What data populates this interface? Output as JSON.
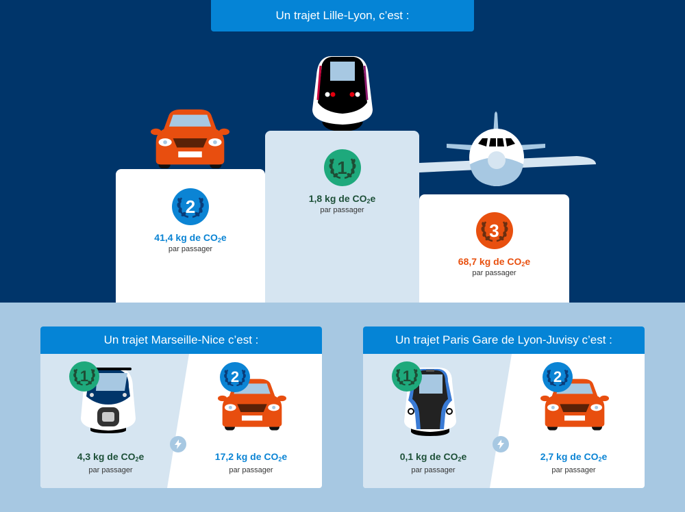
{
  "main": {
    "title": "Un trajet Lille-Lyon, c’est :",
    "podium": [
      {
        "rank": "2",
        "mode": "voiture",
        "value_prefix": "41,4 kg de CO",
        "value_sub": "2",
        "value_suffix": "e",
        "unit_label": "par passager",
        "color": "#0b84d4"
      },
      {
        "rank": "1",
        "mode": "train",
        "value_prefix": "1,8 kg de CO",
        "value_sub": "2",
        "value_suffix": "e",
        "unit_label": "par passager",
        "color": "#1d5038"
      },
      {
        "rank": "3",
        "mode": "avion",
        "value_prefix": "68,7 kg de CO",
        "value_sub": "2",
        "value_suffix": "e",
        "unit_label": "par passager",
        "color": "#e8500f"
      }
    ]
  },
  "cards": [
    {
      "title": "Un trajet Marseille-Nice c’est :",
      "items": [
        {
          "rank": "1",
          "mode": "train",
          "value_prefix": "4,3 kg de CO",
          "value_sub": "2",
          "value_suffix": "e",
          "unit_label": "par passager",
          "color": "#1d5038"
        },
        {
          "rank": "2",
          "mode": "voiture",
          "value_prefix": "17,2 kg de CO",
          "value_sub": "2",
          "value_suffix": "e",
          "unit_label": "par passager",
          "color": "#0b84d4"
        }
      ]
    },
    {
      "title": "Un trajet Paris Gare de Lyon-Juvisy c’est :",
      "items": [
        {
          "rank": "1",
          "mode": "rer",
          "value_prefix": "0,1 kg de CO",
          "value_sub": "2",
          "value_suffix": "e",
          "unit_label": "par passager",
          "color": "#1d5038"
        },
        {
          "rank": "2",
          "mode": "voiture",
          "value_prefix": "2,7 kg de CO",
          "value_sub": "2",
          "value_suffix": "e",
          "unit_label": "par passager",
          "color": "#0b84d4"
        }
      ]
    }
  ],
  "colors": {
    "navy": "#00356a",
    "header_blue": "#0584d6",
    "light_blue_bg": "#a7c8e2",
    "pale_blue": "#d6e5f1",
    "gold_medal": "#1ea97c",
    "silver_medal": "#0b84d4",
    "bronze_medal": "#e8500f",
    "car_orange": "#e84e0f"
  },
  "icons": {
    "medal": "laurel-medal-icon",
    "divider": "lightning-bolt-icon",
    "car": "car-icon",
    "tgv": "tgv-train-icon",
    "plane": "airplane-icon",
    "regional_train": "regional-train-icon",
    "rer": "rer-train-icon"
  }
}
